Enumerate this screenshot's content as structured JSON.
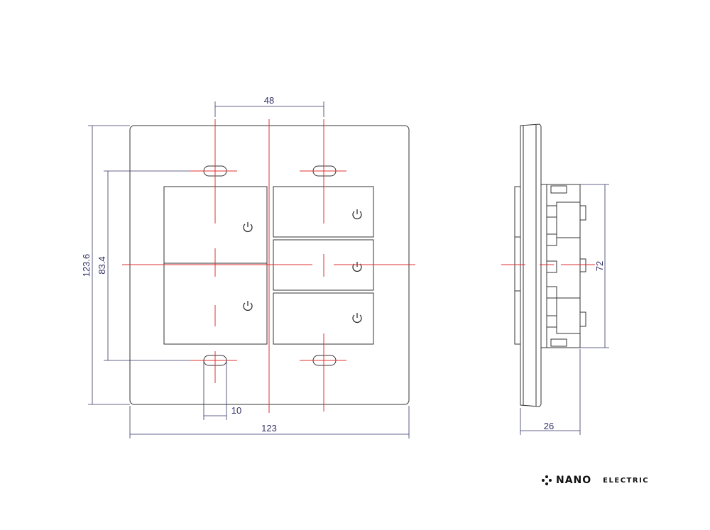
{
  "dimensions": {
    "top_width": "48",
    "overall_width": "123",
    "overall_height": "123.6",
    "inner_height": "83.4",
    "slot_width": "10",
    "side_height": "72",
    "side_depth": "26"
  },
  "logo": {
    "brand": "NANO",
    "subtitle": "ELECTRIC",
    "mark_icon": "dotted-diamond-icon"
  },
  "colors": {
    "outline": "#333333",
    "center_line": "#e03030",
    "dimension": "#333366"
  }
}
